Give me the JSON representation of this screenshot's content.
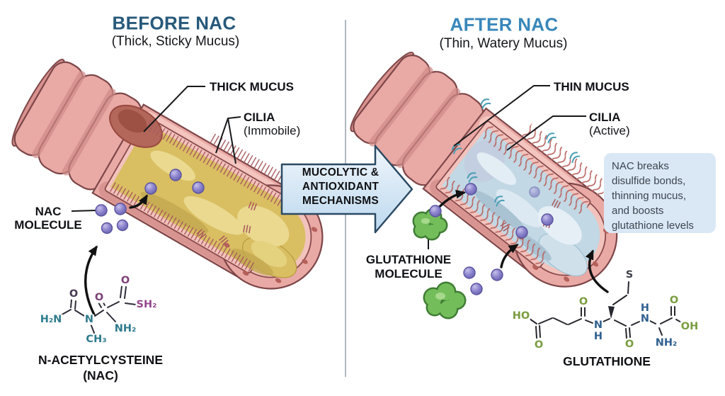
{
  "palette": {
    "before_title": "#27597a",
    "after_title": "#3987ba",
    "text_dark": "#131417",
    "divider": "#9aa5b1",
    "arrow_fill_top": "#f0f6fb",
    "arrow_fill_bottom": "#bcd8ee",
    "arrow_border": "#2b4a63",
    "note_box_bg": "#dae8f5",
    "note_text": "#3d4550",
    "tube_pink": "#e9a9a5",
    "tube_outline": "#7d4648",
    "mucus_thick": "#d9be62",
    "mucus_thin": "#c2d8e4",
    "nac_sphere_purple": "#8b83cc",
    "glutathione_green": "#74bd5b",
    "structure_teal": "#2e7b8c",
    "structure_purple": "#94488c",
    "structure_green": "#7a9c40",
    "structure_blue": "#30618f",
    "cilia_color": "#b96663",
    "motion_mark_teal": "#4d9fb5"
  },
  "left_panel": {
    "title": "BEFORE NAC",
    "subtitle": "(Thick, Sticky Mucus)",
    "labels": {
      "mucus": "THICK MUCUS",
      "cilia": "CILIA",
      "cilia_state": "(Immobile)",
      "molecule_line1": "NAC",
      "molecule_line2": "MOLECULE"
    },
    "structure": {
      "name_line1": "N-ACETYLCYSTEINE",
      "name_line2": "(NAC)",
      "atoms": {
        "h2n": "H₂N",
        "o1": "O",
        "n": "N",
        "ch3": "CH₃",
        "o2": "O",
        "nh2": "NH₂",
        "o3": "O",
        "sh2": "SH₂"
      }
    }
  },
  "center": {
    "arrow_label_line1": "MUCOLYTIC &",
    "arrow_label_line2": "ANTIOXIDANT",
    "arrow_label_line3": "MECHANISMS"
  },
  "right_panel": {
    "title": "AFTER NAC",
    "subtitle": "(Thin, Watery Mucus)",
    "labels": {
      "mucus": "THIN MUCUS",
      "cilia": "CILIA",
      "cilia_state": "(Active)",
      "molecule_line1": "GLUTATHIONE",
      "molecule_line2": "MOLECULE"
    },
    "note": {
      "lines": [
        "NAC breaks",
        "disulfide bonds,",
        "thinning mucus,",
        "and boosts",
        "glutathione levels"
      ]
    },
    "structure": {
      "name": "GLUTATHIONE",
      "atoms": {
        "ho": "HO",
        "o1": "O",
        "o2": "O",
        "n1": "N",
        "h1": "H",
        "s": "S",
        "o3": "O",
        "h2": "H",
        "n2": "N",
        "nh2": "NH₂",
        "o4": "O",
        "oh": "OH"
      }
    }
  }
}
